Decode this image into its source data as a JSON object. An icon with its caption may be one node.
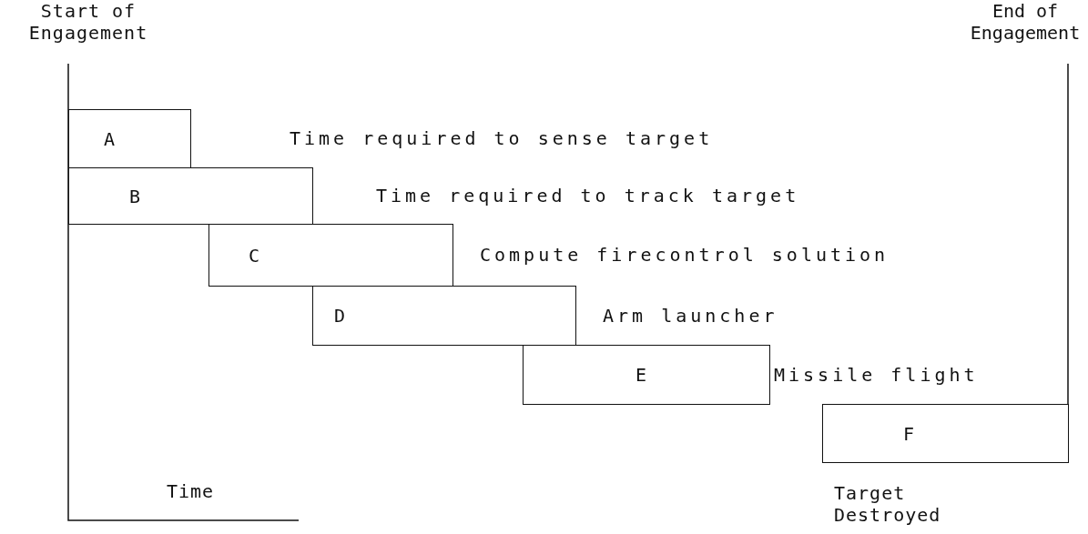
{
  "diagram": {
    "nodes": [
      {
        "text": [
          "A"
        ]
      },
      {
        "text": [
          "B"
        ]
      },
      {
        "text": [
          "C"
        ]
      },
      {
        "text": [
          "D"
        ]
      },
      {
        "text": [
          "E"
        ]
      },
      {
        "text": [
          "F"
        ]
      }
    ],
    "labels": [
      "Start of Engagement",
      "End of Engagement",
      "Time required to sense target",
      "Time required to track target",
      "Compute firecontrol solution",
      "Arm launcher",
      "Missile flight",
      "Time",
      "Target Destroyed"
    ]
  }
}
